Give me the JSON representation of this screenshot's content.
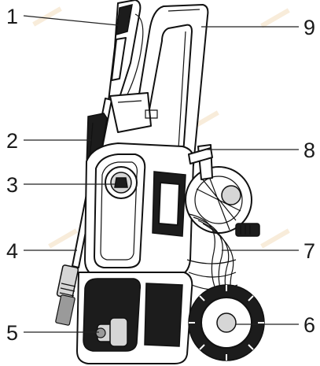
{
  "callouts": [
    {
      "number": "1",
      "part": "spray-gun-trigger"
    },
    {
      "number": "2",
      "part": "spray-gun-holder"
    },
    {
      "number": "3",
      "part": "power-switch"
    },
    {
      "number": "4",
      "part": "spray-lance"
    },
    {
      "number": "5",
      "part": "water-inlet"
    },
    {
      "number": "6",
      "part": "wheel"
    },
    {
      "number": "7",
      "part": "power-cord"
    },
    {
      "number": "8",
      "part": "hose-reel-crank"
    },
    {
      "number": "9",
      "part": "handle"
    }
  ],
  "colors": {
    "ink": "#111111",
    "background": "#ffffff",
    "watermark": "#e2b26a"
  }
}
